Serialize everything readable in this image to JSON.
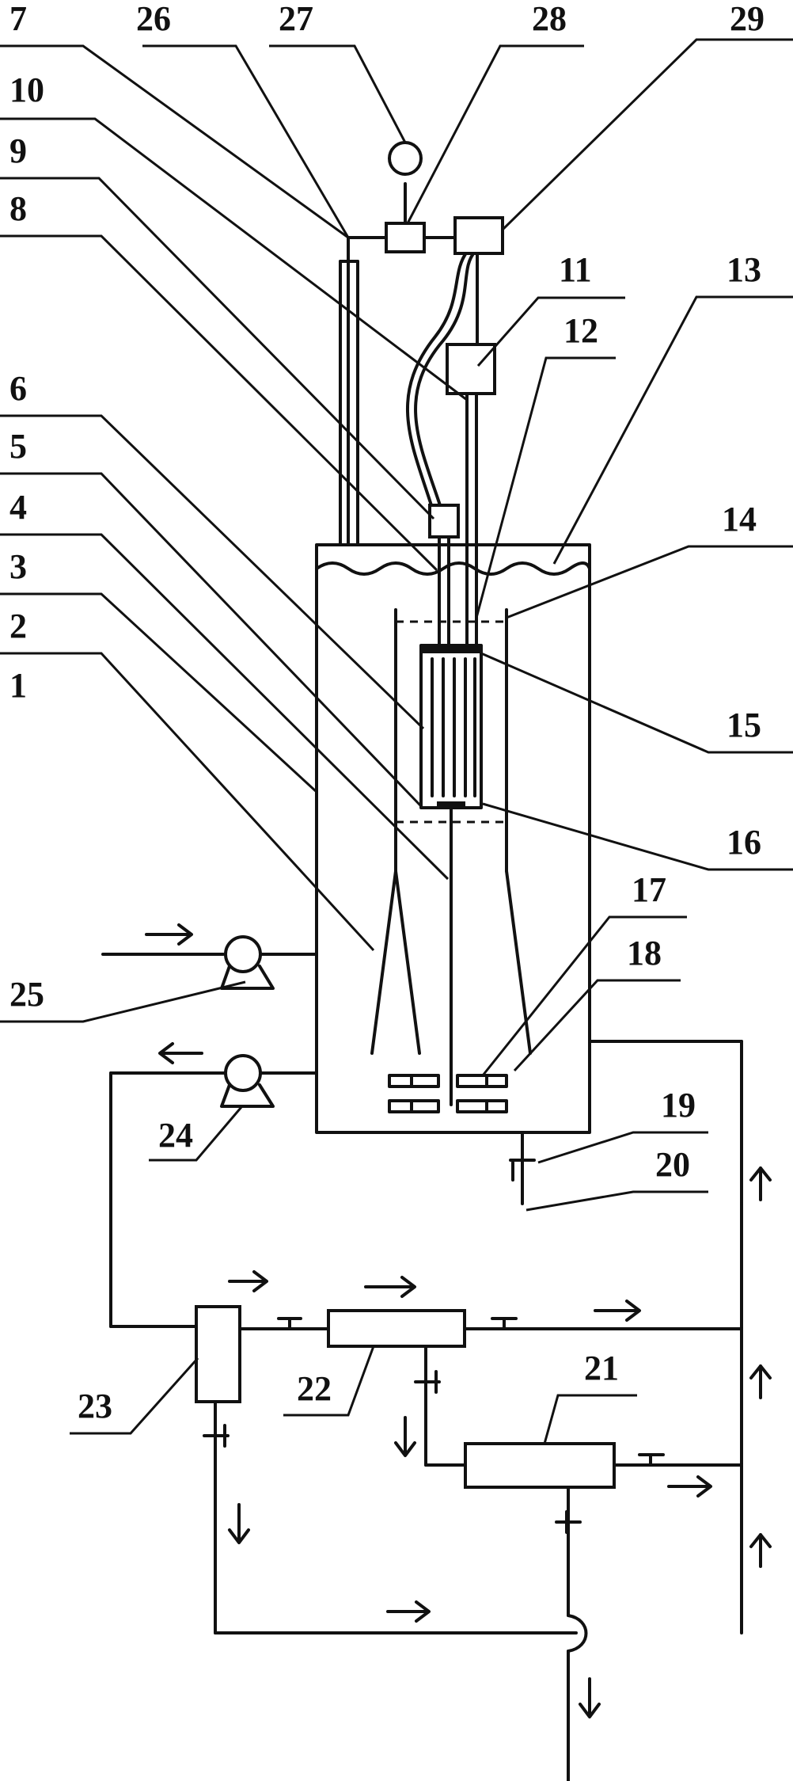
{
  "figure": {
    "labels": [
      {
        "id": "n7",
        "text": "7"
      },
      {
        "id": "n26",
        "text": "26"
      },
      {
        "id": "n27",
        "text": "27"
      },
      {
        "id": "n28",
        "text": "28"
      },
      {
        "id": "n29",
        "text": "29"
      },
      {
        "id": "n10",
        "text": "10"
      },
      {
        "id": "n9",
        "text": "9"
      },
      {
        "id": "n8",
        "text": "8"
      },
      {
        "id": "n11",
        "text": "11"
      },
      {
        "id": "n13",
        "text": "13"
      },
      {
        "id": "n12",
        "text": "12"
      },
      {
        "id": "n6",
        "text": "6"
      },
      {
        "id": "n5",
        "text": "5"
      },
      {
        "id": "n4",
        "text": "4"
      },
      {
        "id": "n3",
        "text": "3"
      },
      {
        "id": "n14",
        "text": "14"
      },
      {
        "id": "n2",
        "text": "2"
      },
      {
        "id": "n1",
        "text": "1"
      },
      {
        "id": "n15",
        "text": "15"
      },
      {
        "id": "n16",
        "text": "16"
      },
      {
        "id": "n17",
        "text": "17"
      },
      {
        "id": "n18",
        "text": "18"
      },
      {
        "id": "n25",
        "text": "25"
      },
      {
        "id": "n24",
        "text": "24"
      },
      {
        "id": "n19",
        "text": "19"
      },
      {
        "id": "n20",
        "text": "20"
      },
      {
        "id": "n22",
        "text": "22"
      },
      {
        "id": "n21",
        "text": "21"
      },
      {
        "id": "n23",
        "text": "23"
      }
    ]
  }
}
